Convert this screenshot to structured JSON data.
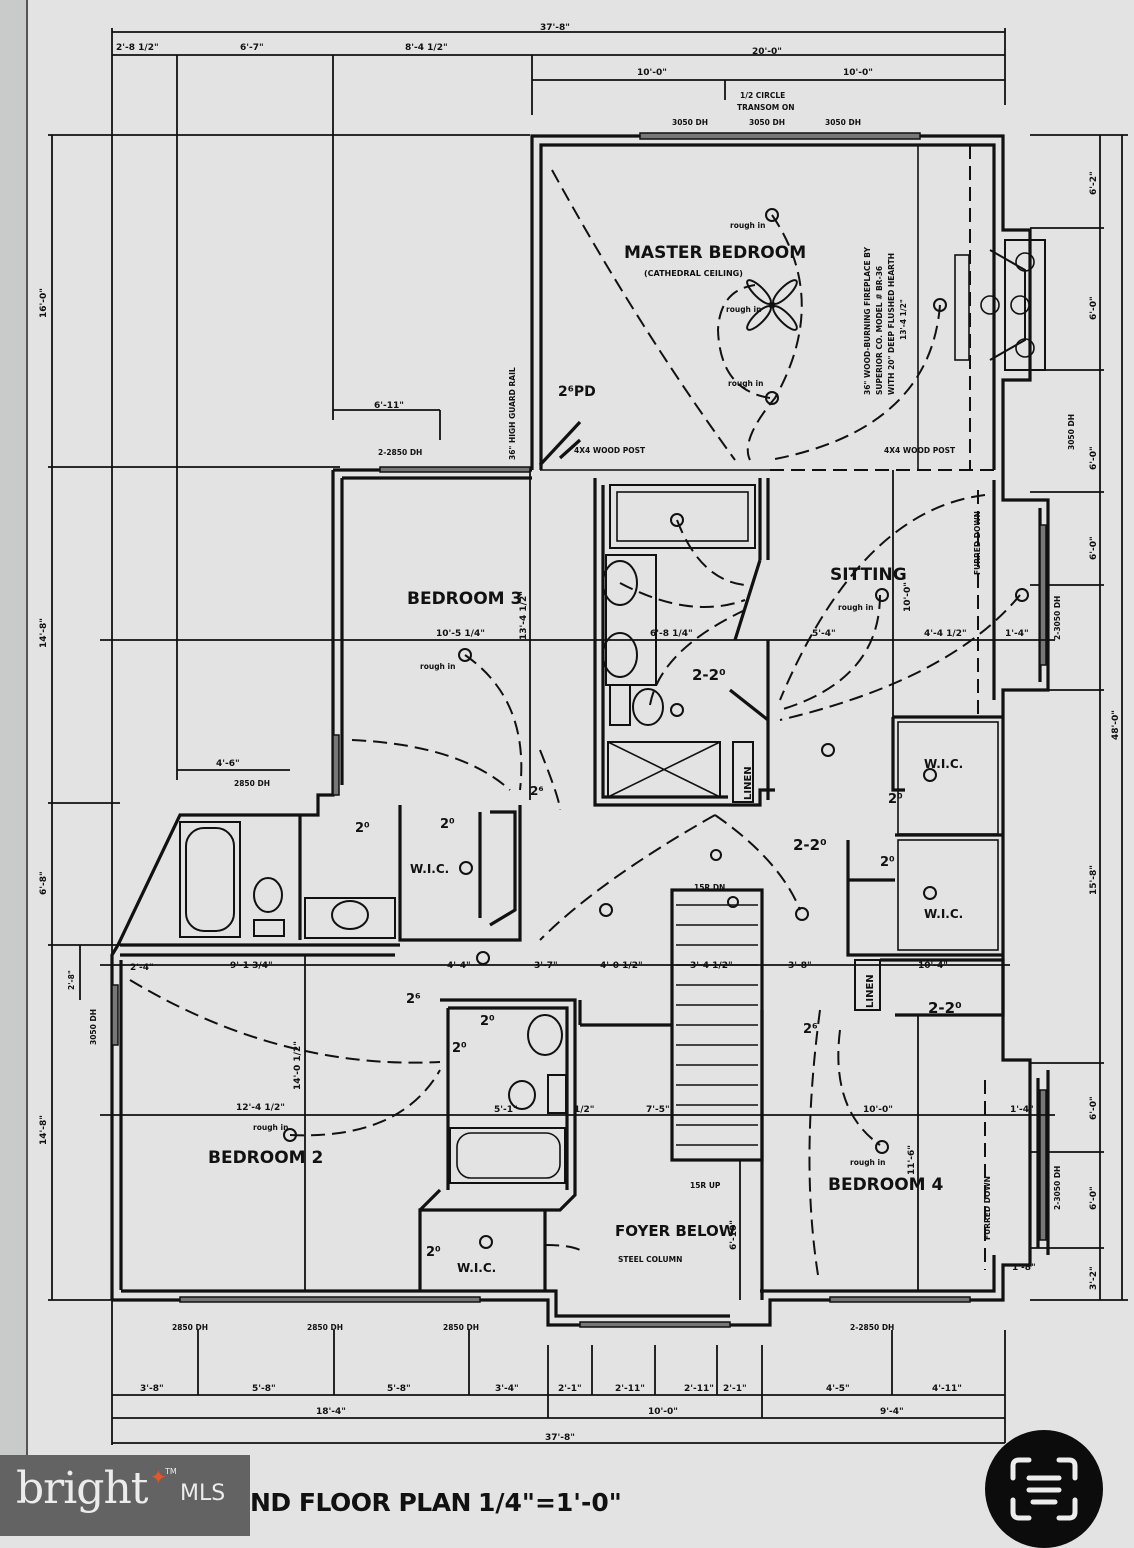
{
  "watermark": {
    "brand": "bright",
    "suffix": "MLS",
    "tm": "TM",
    "accent_color": "#e2572b"
  },
  "title": {
    "text": "ND FLOOR PLAN",
    "scale": "1/4\"=1'-0\""
  },
  "scan_button": {
    "icon": "text-scan-icon"
  },
  "rooms": {
    "master": "MASTER BEDROOM",
    "master_note": "(CATHEDRAL CEILING)",
    "bedroom3": "BEDROOM 3",
    "bedroom2": "BEDROOM 2",
    "bedroom4": "BEDROOM 4",
    "sitting": "SITTING",
    "foyer": "FOYER BELOW",
    "wic1": "W.I.C.",
    "wic2": "W.I.C.",
    "wic3": "W.I.C.",
    "wic4": "W.I.C.",
    "wic5": "W.I.C.",
    "linen1": "LINEN",
    "linen2": "LINEN"
  },
  "notes": {
    "half_circle": "1/2 CIRCLE",
    "transom": "TRANSOM ON",
    "win_master_1": "3050 DH",
    "win_master_2": "3050 DH",
    "win_master_3": "3050 DH",
    "fireplace_1": "36\" WOOD-BURNING FIREPLACE BY",
    "fireplace_2": "SUPERIOR CO. MODEL # BR-36",
    "fireplace_3": "WITH 20\" DEEP FLUSHED HEARTH",
    "fireplace_4": "13'-4 1/2\"",
    "wood_post_1": "4X4 WOOD POST",
    "wood_post_2": "4X4 WOOD POST",
    "guard_rail": "36\" HIGH GUARD RAIL",
    "pd": "2⁶PD",
    "win_2_2850": "2-2850 DH",
    "win_3050_left": "3050 DH",
    "win_2850_left": "2850 DH",
    "rough_in": "rough in",
    "furred_down_1": "FURRED DOWN",
    "furred_down_2": "FURRED DOWN",
    "steel_column": "STEEL COLUMN",
    "stairs_down": "15R DN",
    "stairs_up": "15R UP",
    "door_2_2": "2-2⁰",
    "door_2": "2⁰",
    "door_26": "2⁶",
    "win_2_3050_a": "2-3050 DH",
    "win_2_3050_b": "2-3050 DH",
    "win_right_3050": "3050 DH"
  },
  "dimensions": {
    "top_overall": "37'-8\"",
    "top_1": "2'-8 1/2\"",
    "top_2": "6'-7\"",
    "top_3": "8'-4 1/2\"",
    "top_4": "20'-0\"",
    "top_5": "10'-0\"",
    "top_6": "10'-0\"",
    "left_1": "16'-0\"",
    "left_2": "14'-8\"",
    "left_3": "6'-8\"",
    "left_4": "14'-8\"",
    "left_small": "2'-8\"",
    "left_6_11": "6'-11\"",
    "left_4_6": "4'-6\"",
    "right_overall": "48'-0\"",
    "right_1": "6'-2\"",
    "right_2": "6'-0\"",
    "right_3": "6'-0\"",
    "right_4": "6'-0\"",
    "right_5": "15'-8\"",
    "right_6": "6'-0\"",
    "right_7": "6'-0\"",
    "right_8": "3'-2\"",
    "bed3_w": "10'-5 1/4\"",
    "bed3_h": "13'-4 1/2\"",
    "bath_w": "6'-8 1/4\"",
    "sit_w1": "5'-4\"",
    "sit_w2": "4'-4 1/2\"",
    "sit_w3": "1'-4\"",
    "sit_h": "10'-0\"",
    "hall_1": "9'-1 3/4\"",
    "hall_2": "2'-4\"",
    "hall_3": "4'-4\"",
    "hall_4": "3'-7\"",
    "hall_5": "4'-0 1/2\"",
    "hall_6": "3'-4 1/2\"",
    "hall_7": "3'-8\"",
    "hall_8": "10'-4\"",
    "bed2_w": "12'-4 1/2\"",
    "bed2_h": "14'-0 1/2\"",
    "bath2_w": "5'-1\"",
    "mid_1": "1/2\"",
    "mid_2": "7'-5\"",
    "bed4_w": "10'-0\"",
    "bed4_h": "11'-6\"",
    "bed4_r": "1'-4\"",
    "bed4_r2": "1'-8\"",
    "foyer_h": "6'-10\"",
    "bot_win_1": "2850 DH",
    "bot_win_2": "2850 DH",
    "bot_win_3": "2850 DH",
    "bot_win_4": "2-2850 DH",
    "bot_1": "3'-8\"",
    "bot_2": "5'-8\"",
    "bot_3": "5'-8\"",
    "bot_4": "3'-4\"",
    "bot_5": "2'-1\"",
    "bot_6": "2'-11\"",
    "bot_7": "2'-11\"",
    "bot_8": "2'-1\"",
    "bot_9": "4'-5\"",
    "bot_10": "4'-11\"",
    "bot_sub_1": "18'-4\"",
    "bot_sub_2": "10'-0\"",
    "bot_sub_3": "9'-4\"",
    "bot_overall": "37'-8\""
  }
}
